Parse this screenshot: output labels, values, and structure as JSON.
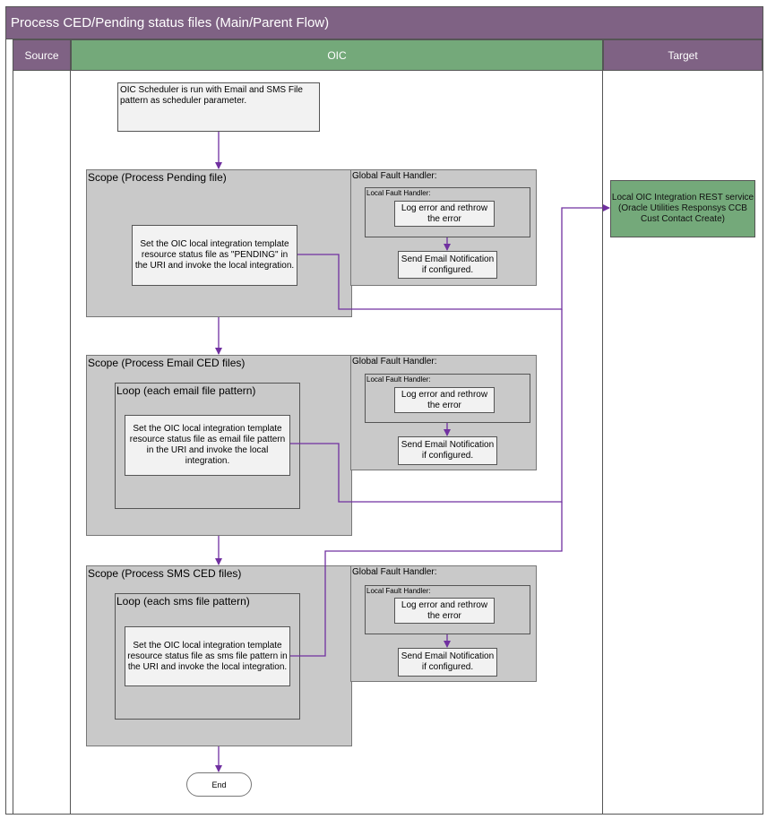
{
  "title": "Process CED/Pending status files (Main/Parent Flow)",
  "lanes": {
    "source": "Source",
    "oic": "OIC",
    "target": "Target"
  },
  "start_box": "OIC Scheduler is run with Email and SMS File pattern as scheduler parameter.",
  "scopes": [
    {
      "label": "Scope (Process Pending file)",
      "task": "Set the OIC local integration template resource status file as \"PENDING\" in the URI and invoke the local integration."
    },
    {
      "label": "Scope (Process Email CED files)",
      "loop": "Loop (each email file pattern)",
      "task": "Set the OIC local integration template resource status file as email file pattern in the URI and invoke the local integration."
    },
    {
      "label": "Scope (Process SMS CED files)",
      "loop": "Loop (each sms file pattern)",
      "task": "Set the OIC local integration template resource status file as sms file pattern in the URI and invoke the local integration."
    }
  ],
  "fault": {
    "global_label": "Global Fault Handler:",
    "local_label": "Local Fault Handler:",
    "log_box": "Log error and rethrow the error",
    "notify_box": "Send Email Notification if configured."
  },
  "target_box": "Local OIC Integration REST service (Oracle Utilities Responsys CCB Cust Contact Create)",
  "end_label": "End",
  "colors": {
    "header_purple": "#7f6284",
    "oic_green": "#74a97a",
    "connector": "#7030a0",
    "scope_gray": "#c9c9c9"
  }
}
